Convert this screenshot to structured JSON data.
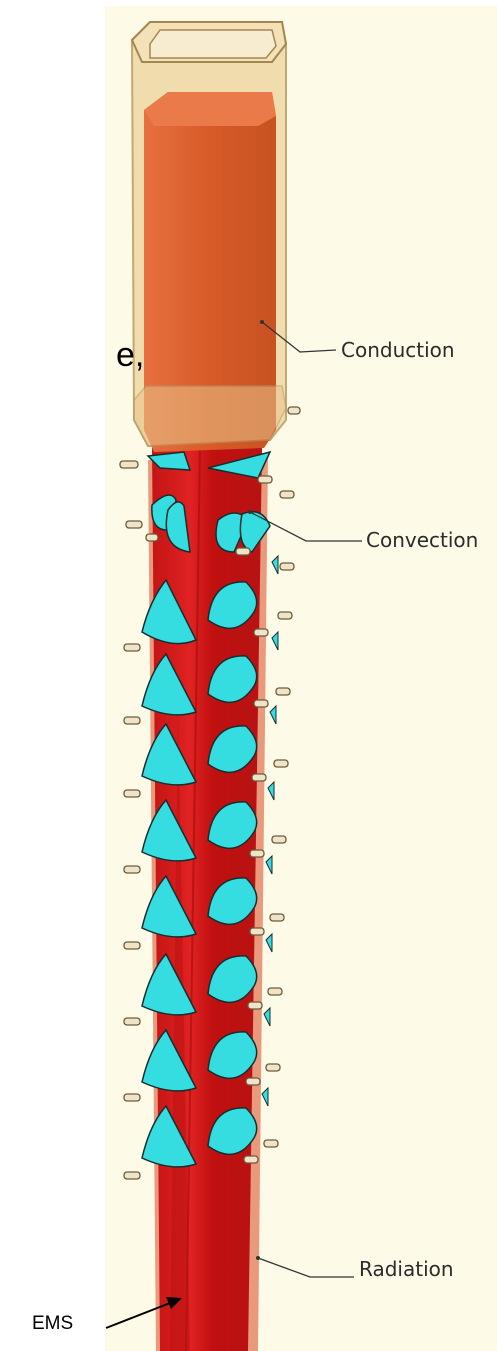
{
  "colors": {
    "background": "#fdfbe8",
    "strand": "#d01818",
    "mold": "#e0642c",
    "mold_shell": "#e9cf9a",
    "spray_cone": "#35dce0",
    "nozzle": "#efe4c8",
    "leader_line": "#333333"
  },
  "labels": {
    "fragment": "e,",
    "conduction": "Conduction",
    "convection": "Convection",
    "radiation": "Radiation",
    "ems": "EMS"
  }
}
